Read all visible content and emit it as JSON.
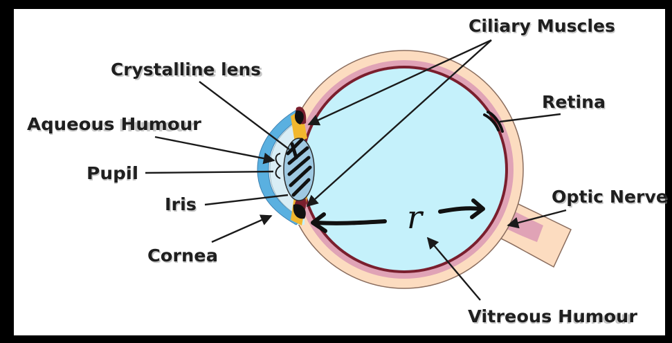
{
  "diagram": {
    "labels": {
      "ciliary_muscles": "Ciliary Muscles",
      "crystalline_lens": "Crystalline lens",
      "retina": "Retina",
      "aqueous_humour": "Aqueous Humour",
      "pupil": "Pupil",
      "iris": "Iris",
      "optic_nerve": "Optic Nerve",
      "cornea": "Cornea",
      "vitreous_humour": "Vitreous Humour"
    },
    "handwritten_annotation": "r",
    "colors": {
      "frame": "#000000",
      "background": "#ffffff",
      "sclera": "#fcdcc0",
      "choroid": "#e0a3b6",
      "retina": "#7a1f2e",
      "vitreous": "#c5f1fb",
      "cornea": "#5ab0e0",
      "lens": "#9fc9e2",
      "iris": "#f2b72e",
      "ink": "#111111"
    }
  }
}
